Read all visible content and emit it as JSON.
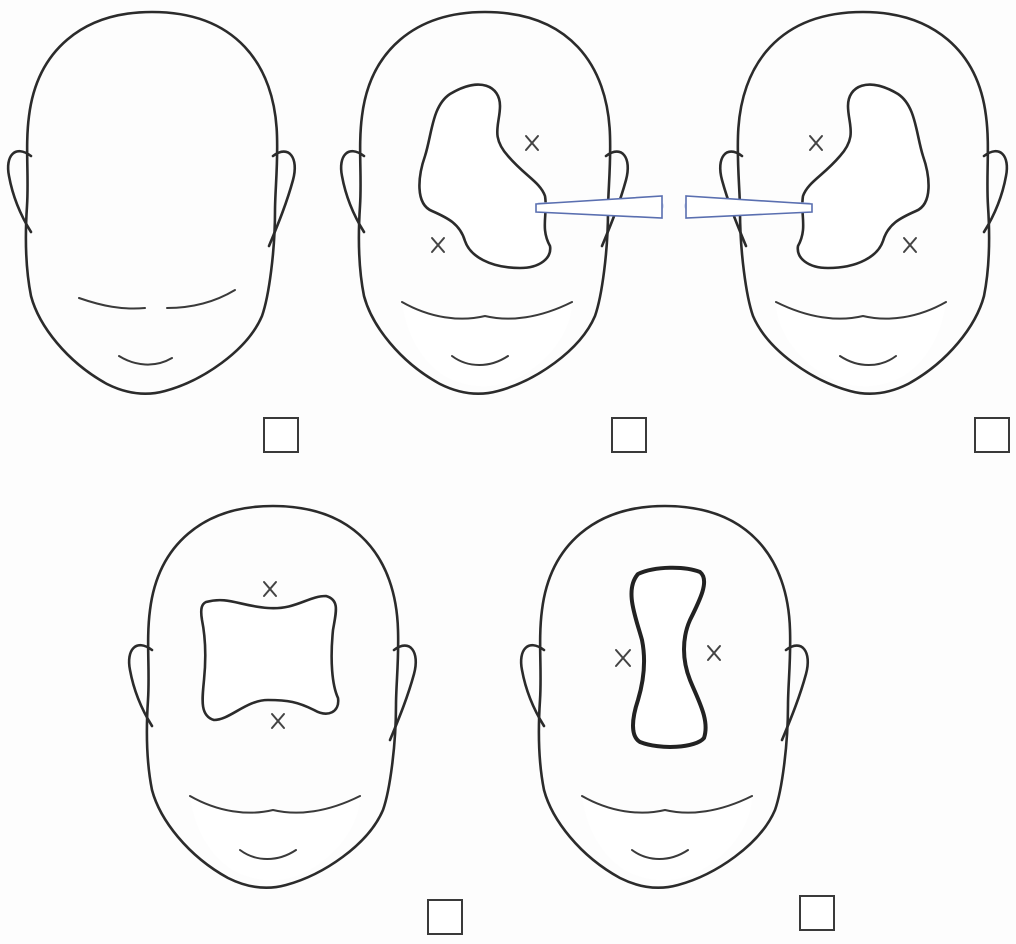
{
  "figure": {
    "description_colors": {
      "outline": "#2b2b2b",
      "hatch": "#4a5ea8",
      "hatch_light": "#b9c6ec",
      "background": "#ffffff"
    },
    "heads": [
      {
        "id": "head-1",
        "shaded": false,
        "hole": "none",
        "probe": "none",
        "marks": 0
      },
      {
        "id": "head-2",
        "shaded": true,
        "hole": "kidney-left",
        "probe": "from-right",
        "marks": 2
      },
      {
        "id": "head-3",
        "shaded": true,
        "hole": "kidney-right",
        "probe": "from-left",
        "marks": 2
      },
      {
        "id": "head-4",
        "shaded": true,
        "hole": "horizontal-waist",
        "probe": "none",
        "marks": 2
      },
      {
        "id": "head-5",
        "shaded": true,
        "hole": "vertical-waist",
        "probe": "none",
        "marks": 2
      }
    ],
    "checkboxes": [
      {
        "id": "checkbox-1",
        "checked": false
      },
      {
        "id": "checkbox-2",
        "checked": false
      },
      {
        "id": "checkbox-3",
        "checked": false
      },
      {
        "id": "checkbox-4",
        "checked": false
      },
      {
        "id": "checkbox-5",
        "checked": false
      }
    ]
  }
}
